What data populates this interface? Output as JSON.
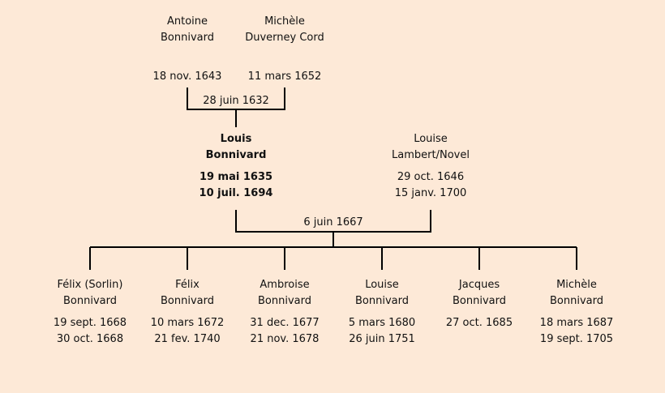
{
  "grandparents": {
    "father": {
      "first": "Antoine",
      "last": "Bonnivard",
      "born": "18 nov. 1643",
      "died": ""
    },
    "mother": {
      "first": "Michèle",
      "last": "Duverney Cord",
      "born": "11 mars 1652",
      "died": ""
    },
    "marriage": "28 juin 1632"
  },
  "couple": {
    "husband": {
      "first": "Louis",
      "last": "Bonnivard",
      "born": "19 mai 1635",
      "died": "10 juil. 1694"
    },
    "wife": {
      "first": "Louise",
      "last": "Lambert/Novel",
      "born": "29 oct. 1646",
      "died": "15 janv. 1700"
    },
    "marriage": "6 juin 1667"
  },
  "children": [
    {
      "first": "Félix (Sorlin)",
      "last": "Bonnivard",
      "born": "19 sept. 1668",
      "died": "30 oct. 1668"
    },
    {
      "first": "Félix",
      "last": "Bonnivard",
      "born": "10 mars 1672",
      "died": "21 fev. 1740"
    },
    {
      "first": "Ambroise",
      "last": "Bonnivard",
      "born": "31 dec. 1677",
      "died": "21 nov. 1678"
    },
    {
      "first": "Louise",
      "last": "Bonnivard",
      "born": "5 mars 1680",
      "died": "26 juin 1751"
    },
    {
      "first": "Jacques",
      "last": "Bonnivard",
      "born": "27 oct. 1685",
      "died": ""
    },
    {
      "first": "Michèle",
      "last": "Bonnivard",
      "born": "18 mars 1687",
      "died": "19 sept. 1705"
    }
  ],
  "colors": {
    "background": "#fde9d7",
    "line": "#000000",
    "text": "#111111"
  }
}
